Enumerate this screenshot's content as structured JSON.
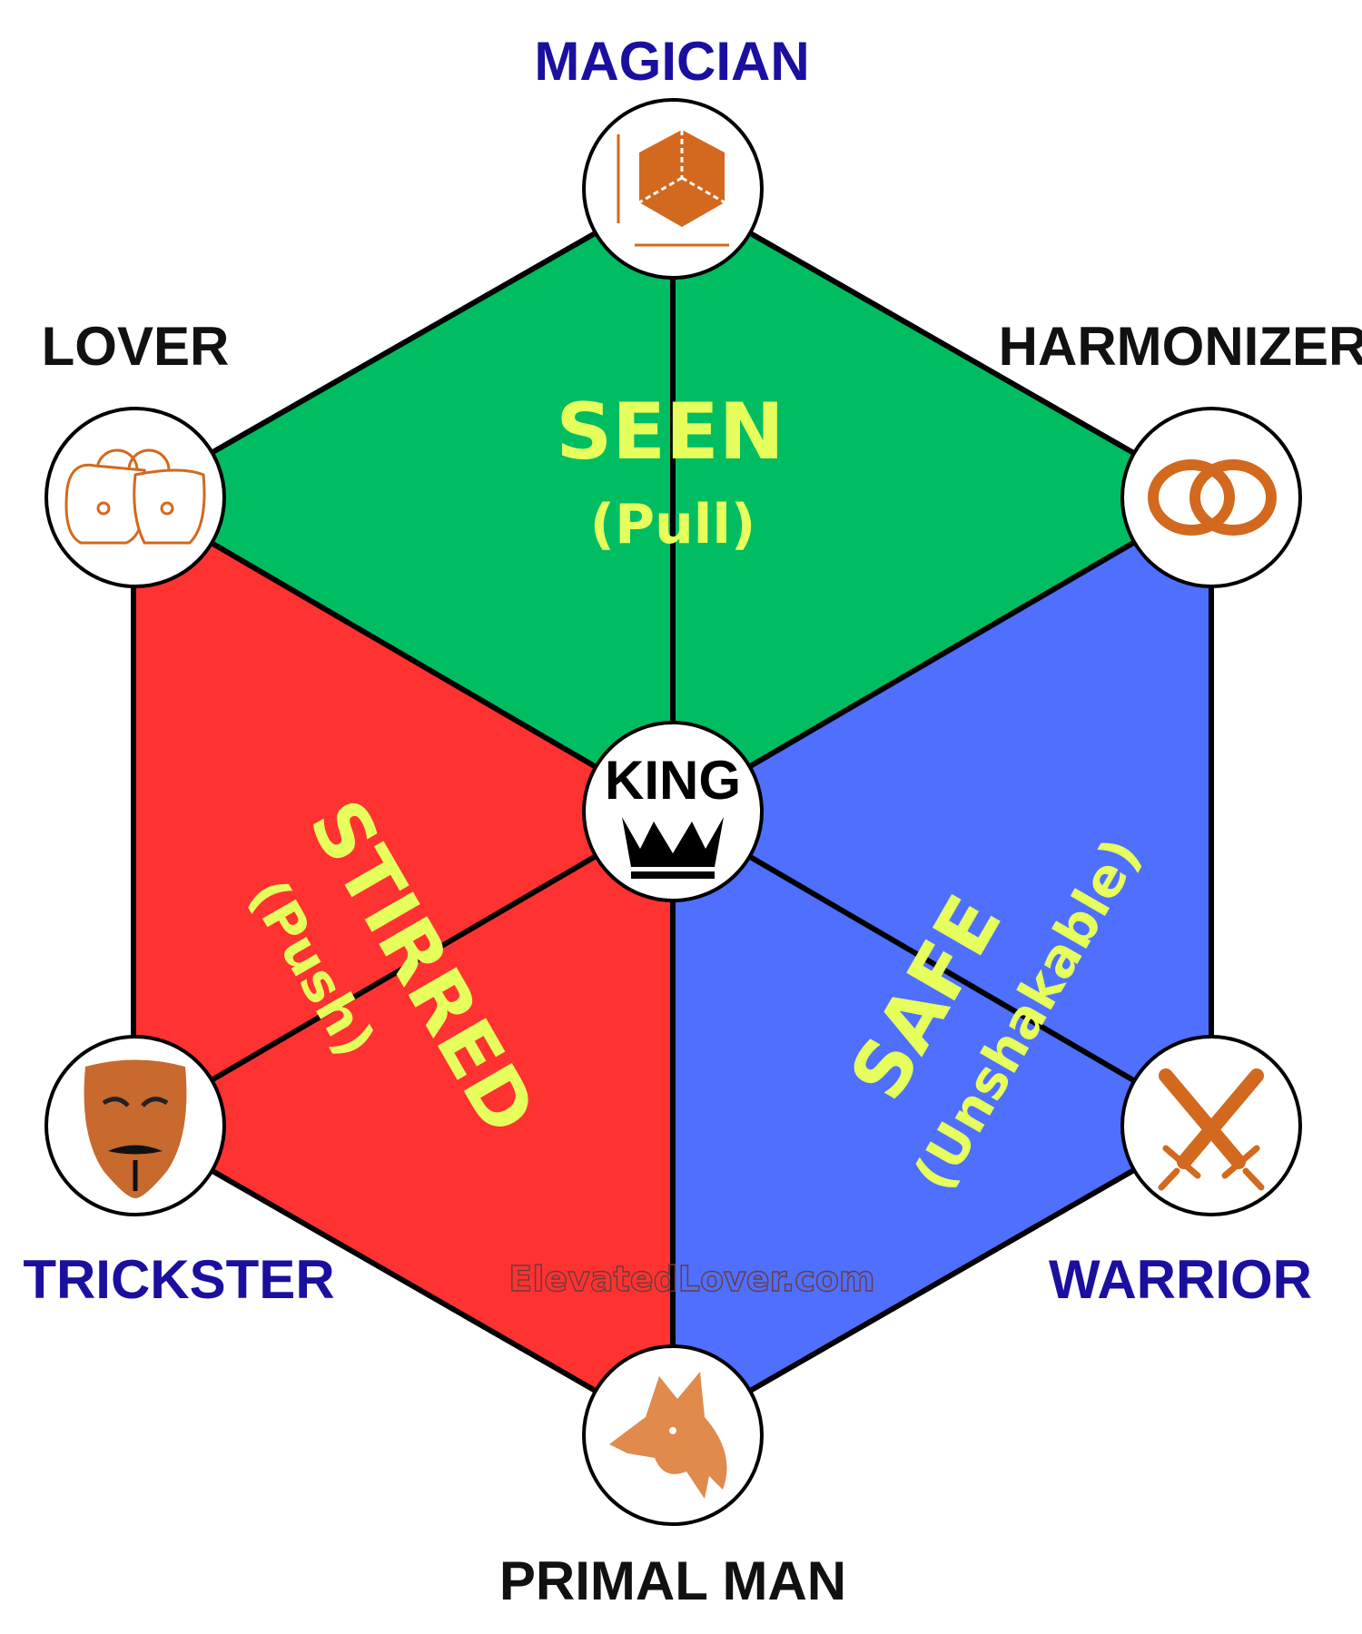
{
  "nodes": {
    "top": {
      "label": "MAGICIAN",
      "icon": "cube-icon"
    },
    "upper_left": {
      "label": "LOVER",
      "icon": "padlocks-icon"
    },
    "upper_right": {
      "label": "HARMONIZER",
      "icon": "rings-icon"
    },
    "lower_left": {
      "label": "TRICKSTER",
      "icon": "mask-icon"
    },
    "lower_right": {
      "label": "WARRIOR",
      "icon": "crossed-swords-icon"
    },
    "bottom": {
      "label": "PRIMAL MAN",
      "icon": "wolf-icon"
    },
    "center": {
      "label": "KING",
      "icon": "crown-icon"
    }
  },
  "faces": {
    "top": {
      "title": "SEEN",
      "subtitle": "(Pull)",
      "color": "#00bd62"
    },
    "left": {
      "title": "STIRRED",
      "subtitle": "(Push)",
      "color": "#ff3232"
    },
    "right": {
      "title": "SAFE",
      "subtitle": "(Unshakable)",
      "color": "#4f6ffe"
    }
  },
  "colors": {
    "label_blue": "#1b0fa0",
    "label_black": "#111111",
    "face_text": "#e6ff5c",
    "icon": "#d2691e"
  },
  "watermark": "ElevatedLover.com"
}
